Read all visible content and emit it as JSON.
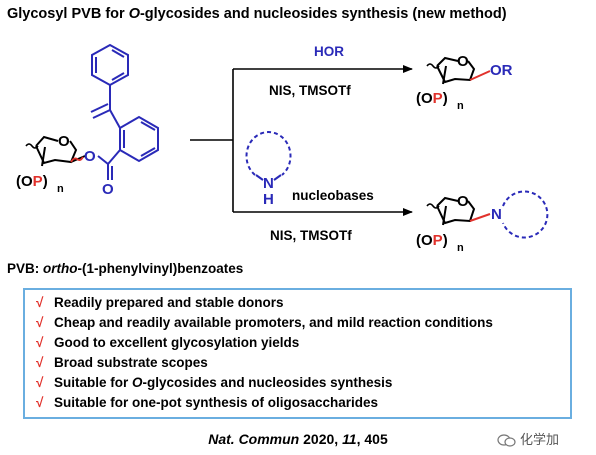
{
  "title": {
    "prefix": "Glycosyl PVB for ",
    "italic": "O",
    "suffix": "-glycosides and nucleosides synthesis (new method)"
  },
  "scheme": {
    "reagent_top_above": "HOR",
    "reagent_top_below": "NIS, TMSOTf",
    "reagent_bottom_above": "nucleobases",
    "reagent_bottom_below": "NIS, TMSOTf",
    "atoms": {
      "O": "O",
      "P": "P",
      "N": "N",
      "H": "H",
      "OR": "OR",
      "n": "n",
      "paren_open": "(",
      "paren_close": ")"
    },
    "colors": {
      "bond": "#000000",
      "pvb_blue": "#2a2ab8",
      "red": "#e1322c",
      "arrow": "#000000"
    }
  },
  "pvb_def": {
    "prefix": "PVB: ",
    "italic": "ortho",
    "suffix": "-(1-phenylvinyl)benzoates"
  },
  "features": [
    {
      "check": "√",
      "text": "Readily prepared and stable donors"
    },
    {
      "check": "√",
      "text": "Cheap and readily available promoters, and mild reaction conditions"
    },
    {
      "check": "√",
      "text": "Good to excellent glycosylation yields"
    },
    {
      "check": "√",
      "text": "Broad substrate scopes"
    },
    {
      "check": "√",
      "pre": "Suitable for ",
      "italic": "O",
      "text": "-glycosides and nucleosides synthesis"
    },
    {
      "check": "√",
      "text": "Suitable for one-pot synthesis of oligosaccharides"
    }
  ],
  "box_color": "#6aaee0",
  "reference": {
    "journal": "Nat. Commun",
    "year": " 2020, ",
    "volume": "11",
    "pages": ", 405"
  },
  "watermark": "化学加"
}
